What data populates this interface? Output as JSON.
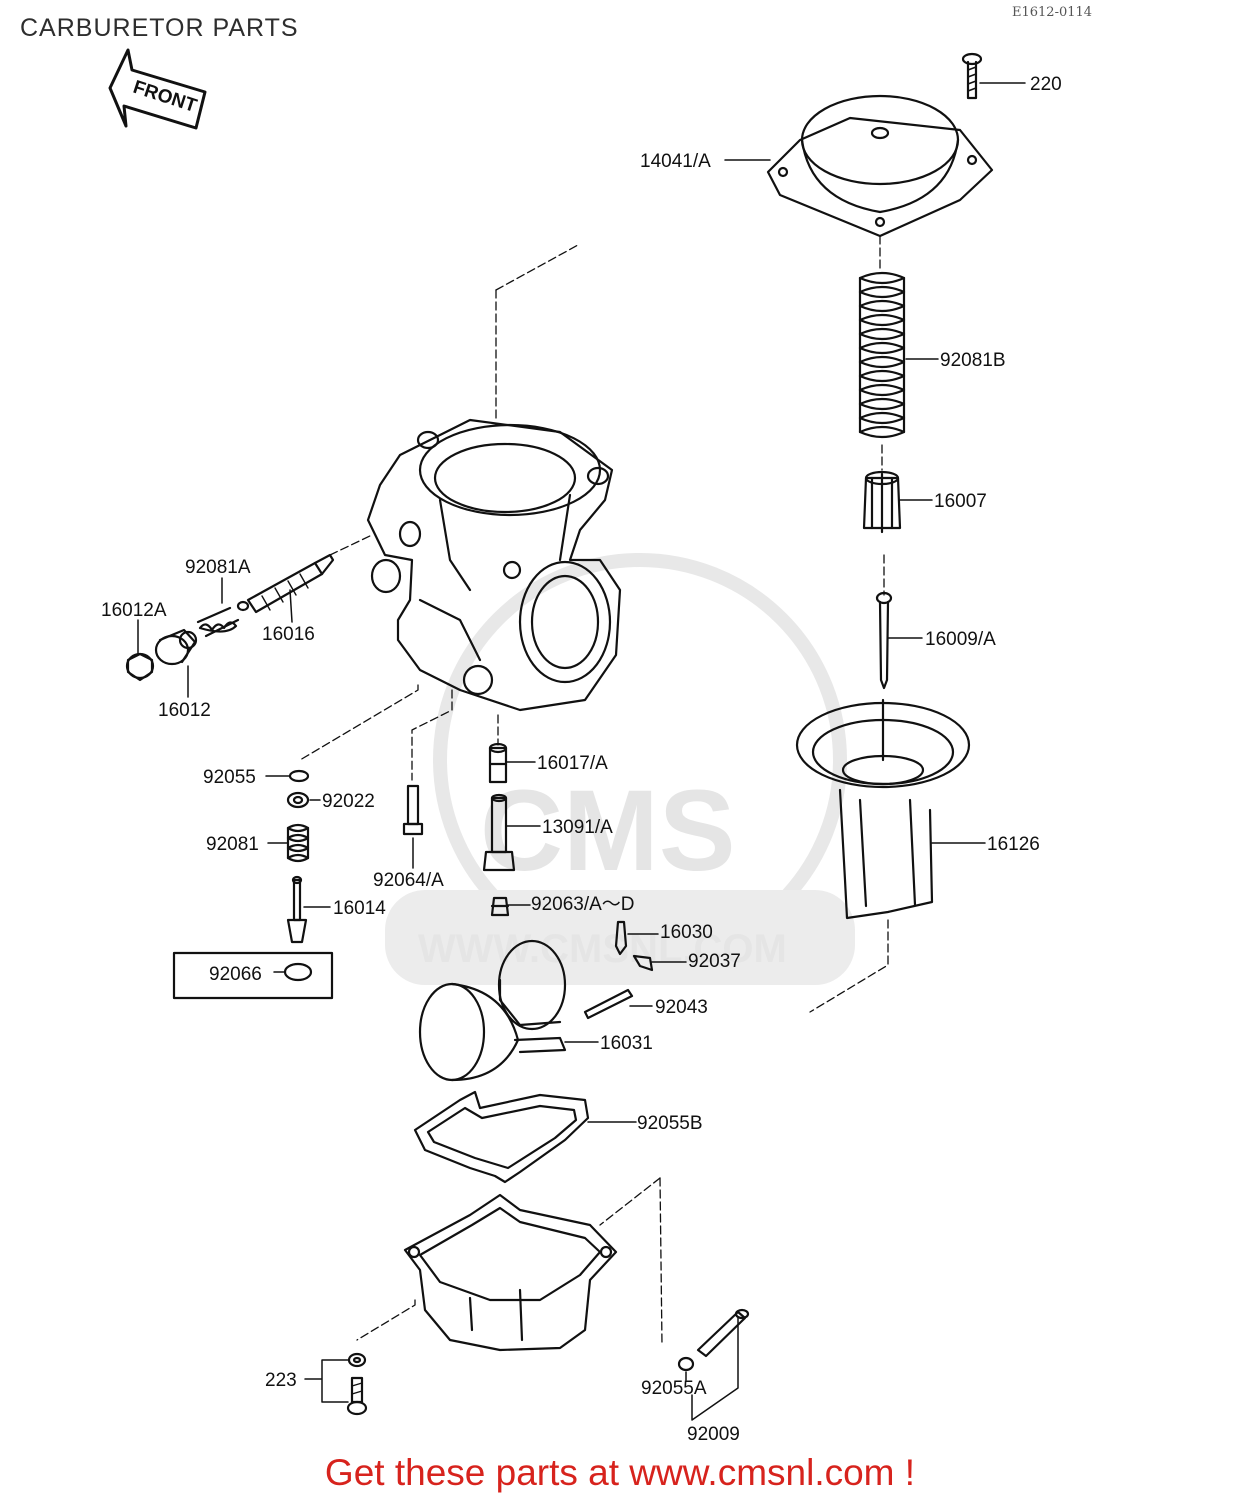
{
  "header": {
    "title": "CARBURETOR PARTS",
    "ref_code": "E1612-0114",
    "front_arrow": "FRONT"
  },
  "parts": [
    {
      "id": "p220",
      "label": "220"
    },
    {
      "id": "p14041",
      "label": "14041/A"
    },
    {
      "id": "p92081B",
      "label": "92081B"
    },
    {
      "id": "p16007",
      "label": "16007"
    },
    {
      "id": "p92081A",
      "label": "92081A"
    },
    {
      "id": "p16012A",
      "label": "16012A"
    },
    {
      "id": "p16016",
      "label": "16016"
    },
    {
      "id": "p16012",
      "label": "16012"
    },
    {
      "id": "p16009",
      "label": "16009/A"
    },
    {
      "id": "p92055",
      "label": "92055"
    },
    {
      "id": "p16017",
      "label": "16017/A"
    },
    {
      "id": "p92022",
      "label": "92022"
    },
    {
      "id": "p13091",
      "label": "13091/A"
    },
    {
      "id": "p16126",
      "label": "16126"
    },
    {
      "id": "p92081",
      "label": "92081"
    },
    {
      "id": "p92064",
      "label": "92064/A"
    },
    {
      "id": "p16014",
      "label": "16014"
    },
    {
      "id": "p92063",
      "label": "92063/A～D"
    },
    {
      "id": "p16030",
      "label": "16030"
    },
    {
      "id": "p92037",
      "label": "92037"
    },
    {
      "id": "p92066",
      "label": "92066"
    },
    {
      "id": "p92043",
      "label": "92043"
    },
    {
      "id": "p16031",
      "label": "16031"
    },
    {
      "id": "p92055B",
      "label": "92055B"
    },
    {
      "id": "p223",
      "label": "223"
    },
    {
      "id": "p92055A",
      "label": "92055A"
    },
    {
      "id": "p92009",
      "label": "92009"
    }
  ],
  "watermark": {
    "brand": "CMS",
    "url": "WWW.CMSNL.COM"
  },
  "footer": {
    "promo": "Get these parts at www.cmsnl.com !"
  },
  "colors": {
    "ink": "#111111",
    "promo": "#d7231d",
    "watermark": "#e5e5e5"
  }
}
